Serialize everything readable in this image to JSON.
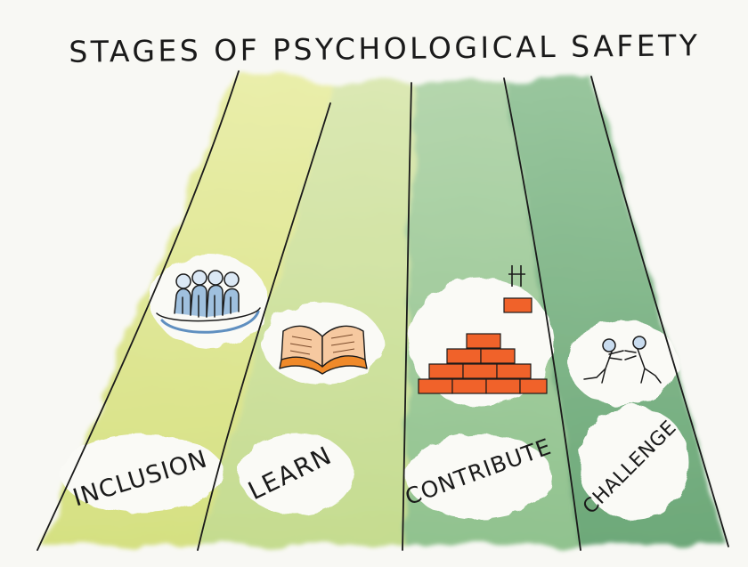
{
  "title": "STAGES OF PSYCHOLOGICAL SAFETY",
  "stages": [
    {
      "label": "INCLUSION",
      "icon": "people-group-icon",
      "color": "#d7df7a"
    },
    {
      "label": "LEARN",
      "icon": "open-book-icon",
      "color": "#c8db8d"
    },
    {
      "label": "CONTRIBUTE",
      "icon": "brick-wall-icon",
      "color": "#8dc08d"
    },
    {
      "label": "CHALLENGE",
      "icon": "sparring-figures-icon",
      "color": "#6aa87a"
    }
  ],
  "colors": {
    "ink": "#1a1a1a",
    "brick": "#f0622a",
    "book": "#f4b27c",
    "people": "#9fc0de"
  }
}
